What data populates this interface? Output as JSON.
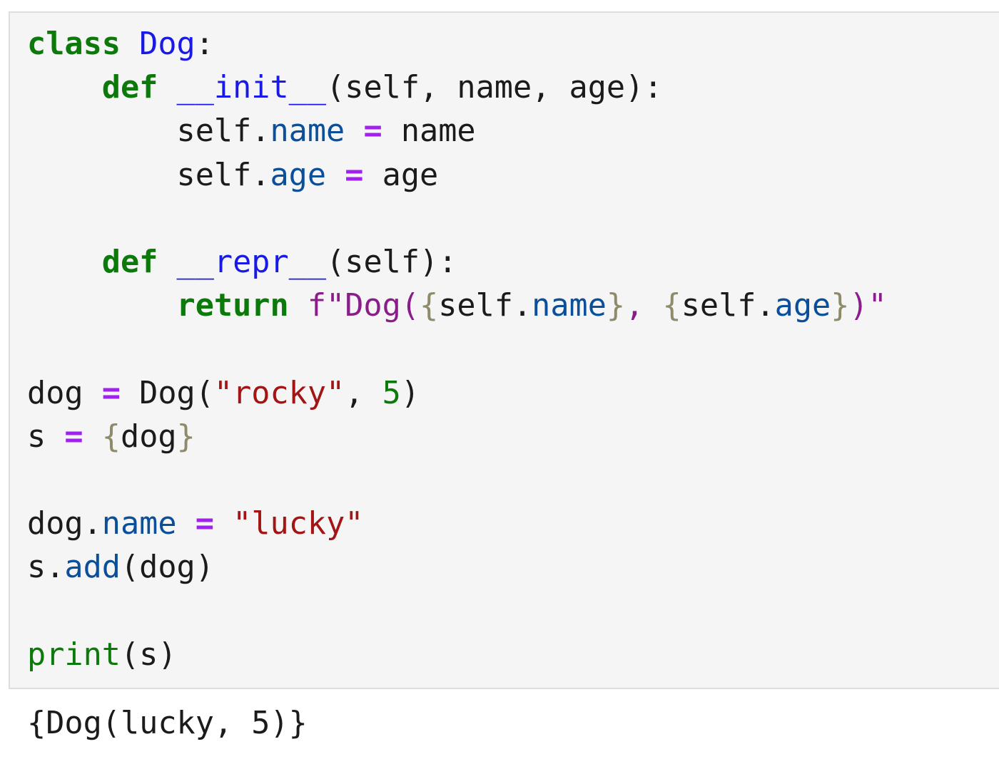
{
  "code_cell": {
    "lines": [
      [
        {
          "t": "class",
          "c": "kw"
        },
        {
          "t": " ",
          "c": "plain"
        },
        {
          "t": "Dog",
          "c": "def-name"
        },
        {
          "t": ":",
          "c": "plain"
        }
      ],
      [
        {
          "t": "    ",
          "c": "plain"
        },
        {
          "t": "def",
          "c": "kw"
        },
        {
          "t": " ",
          "c": "plain"
        },
        {
          "t": "__init__",
          "c": "def-name"
        },
        {
          "t": "(self, name, age):",
          "c": "plain"
        }
      ],
      [
        {
          "t": "        self.",
          "c": "plain"
        },
        {
          "t": "name",
          "c": "attr"
        },
        {
          "t": " ",
          "c": "plain"
        },
        {
          "t": "=",
          "c": "op"
        },
        {
          "t": " name",
          "c": "plain"
        }
      ],
      [
        {
          "t": "        self.",
          "c": "plain"
        },
        {
          "t": "age",
          "c": "attr"
        },
        {
          "t": " ",
          "c": "plain"
        },
        {
          "t": "=",
          "c": "op"
        },
        {
          "t": " age",
          "c": "plain"
        }
      ],
      [],
      [
        {
          "t": "    ",
          "c": "plain"
        },
        {
          "t": "def",
          "c": "kw"
        },
        {
          "t": " ",
          "c": "plain"
        },
        {
          "t": "__repr__",
          "c": "def-name"
        },
        {
          "t": "(self):",
          "c": "plain"
        }
      ],
      [
        {
          "t": "        ",
          "c": "plain"
        },
        {
          "t": "return",
          "c": "kw"
        },
        {
          "t": " ",
          "c": "plain"
        },
        {
          "t": "f\"Dog(",
          "c": "fstr"
        },
        {
          "t": "{",
          "c": "brace"
        },
        {
          "t": "self.",
          "c": "plain"
        },
        {
          "t": "name",
          "c": "attr"
        },
        {
          "t": "}",
          "c": "brace"
        },
        {
          "t": ", ",
          "c": "fstr"
        },
        {
          "t": "{",
          "c": "brace"
        },
        {
          "t": "self.",
          "c": "plain"
        },
        {
          "t": "age",
          "c": "attr"
        },
        {
          "t": "}",
          "c": "brace"
        },
        {
          "t": ")\"",
          "c": "fstr"
        }
      ],
      [],
      [
        {
          "t": "dog ",
          "c": "plain"
        },
        {
          "t": "=",
          "c": "op"
        },
        {
          "t": " Dog(",
          "c": "plain"
        },
        {
          "t": "\"rocky\"",
          "c": "str"
        },
        {
          "t": ", ",
          "c": "plain"
        },
        {
          "t": "5",
          "c": "num"
        },
        {
          "t": ")",
          "c": "plain"
        }
      ],
      [
        {
          "t": "s ",
          "c": "plain"
        },
        {
          "t": "=",
          "c": "op"
        },
        {
          "t": " ",
          "c": "plain"
        },
        {
          "t": "{",
          "c": "brace"
        },
        {
          "t": "dog",
          "c": "plain"
        },
        {
          "t": "}",
          "c": "brace"
        }
      ],
      [],
      [
        {
          "t": "dog.",
          "c": "plain"
        },
        {
          "t": "name",
          "c": "attr"
        },
        {
          "t": " ",
          "c": "plain"
        },
        {
          "t": "=",
          "c": "op"
        },
        {
          "t": " ",
          "c": "plain"
        },
        {
          "t": "\"lucky\"",
          "c": "str"
        }
      ],
      [
        {
          "t": "s.",
          "c": "plain"
        },
        {
          "t": "add",
          "c": "attr"
        },
        {
          "t": "(dog)",
          "c": "plain"
        }
      ],
      [],
      [
        {
          "t": "print",
          "c": "builtin"
        },
        {
          "t": "(s)",
          "c": "plain"
        }
      ]
    ]
  },
  "output": {
    "text": "{Dog(lucky, 5)}"
  },
  "colors": {
    "keyword": "#0b7a0b",
    "definition_name": "#1a1ae6",
    "attribute": "#0b4f9a",
    "operator": "#a020f0",
    "string": "#a31515",
    "fstring": "#8a1d8a",
    "brace": "#8e8b6a",
    "cell_background": "#f5f5f5"
  }
}
